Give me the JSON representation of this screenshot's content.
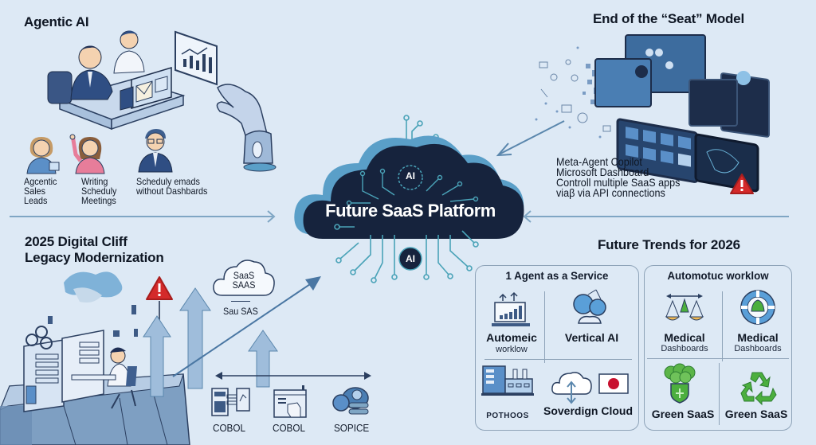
{
  "central": {
    "title": "Future SaaS Platform",
    "chip_top": "AI",
    "chip_bottom": "AI"
  },
  "agentic_ai": {
    "title": "Agentic AI",
    "people": [
      {
        "label_lines": [
          "Agcentic",
          "Sales",
          "Leads"
        ]
      },
      {
        "label_lines": [
          "Writing",
          "Scheduly",
          "Meetings"
        ]
      },
      {
        "label_lines": [
          "Scheduly emads",
          "without Dashbards"
        ]
      }
    ]
  },
  "seat_model": {
    "title": "End of the “Seat” Model",
    "description_lines": [
      "Meta-Agent Copilot",
      "Microsoft Dashboard",
      "Controll multiple SaaS apps",
      "viaβ via API connections"
    ],
    "warning_icon": "warning-icon"
  },
  "digital_cliff": {
    "title_lines": [
      "2025 Digital Cliff",
      "Legacy Modernization"
    ],
    "cloud_lines": [
      "SaaS",
      "SAAS"
    ],
    "cloud_caption": "Sau SAS",
    "legacy_items": [
      {
        "label": "COBOL",
        "icon": "mainframe-icon"
      },
      {
        "label": "COBOL",
        "icon": "legacy-app-icon"
      },
      {
        "label": "SOPICE",
        "icon": "database-icon"
      }
    ]
  },
  "future_trends": {
    "title": "Future Trends for 2026",
    "left_panel": {
      "title": "1 Agent as a Service",
      "items": [
        {
          "label": "Automeic",
          "sub": "worklow",
          "icon": "dashboard-chart-icon"
        },
        {
          "label": "Vertical AI",
          "sub": "",
          "icon": "network-nodes-icon"
        },
        {
          "label": "",
          "sub": "POTHOOS",
          "icon": "factory-icon"
        },
        {
          "label": "Soverdign Cloud",
          "sub": "",
          "icon": "cloud-upload-icon"
        }
      ]
    },
    "right_panel": {
      "title": "Automotuc worklow",
      "items": [
        {
          "label": "Medical",
          "sub": "Dashboards",
          "icon": "scales-icon"
        },
        {
          "label": "Medical",
          "sub": "Dashboards",
          "icon": "lifebuoy-tree-icon"
        },
        {
          "label": "Green SaaS",
          "sub": "",
          "icon": "green-shield-icon"
        },
        {
          "label": "Green SaaS",
          "sub": "",
          "icon": "recycle-icon"
        }
      ]
    }
  },
  "colors": {
    "background": "#dde9f5",
    "cloud_dark": "#16233d",
    "cloud_accent": "#5a9fc8",
    "circuit": "#4aa3b8",
    "warning": "#d42a2a",
    "arrow": "#5b87ad",
    "green": "#4caf3e"
  }
}
